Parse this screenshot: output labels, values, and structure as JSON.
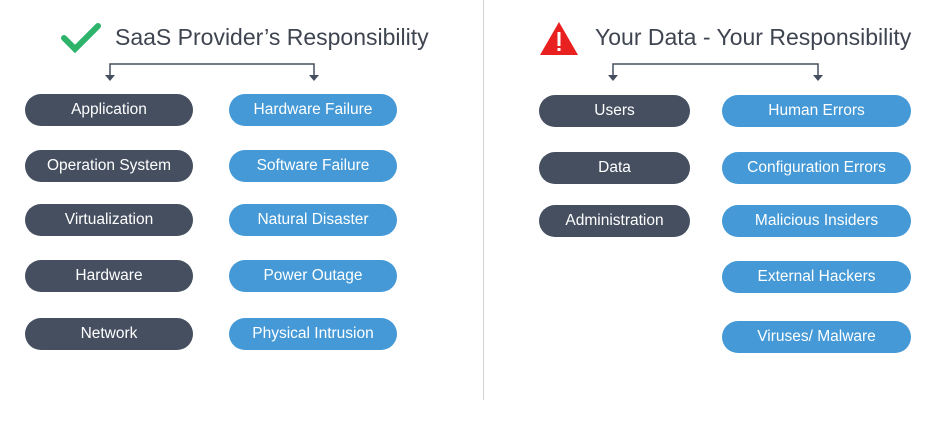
{
  "left": {
    "title": "SaaS Provider’s Responsibility",
    "icon": "checkmark-icon",
    "layers": [
      "Application",
      "Operation System",
      "Virtualization",
      "Hardware",
      "Network"
    ],
    "risks": [
      "Hardware Failure",
      "Software Failure",
      "Natural Disaster",
      "Power Outage",
      "Physical Intrusion"
    ]
  },
  "right": {
    "title": "Your Data - Your Responsibility",
    "icon": "warning-icon",
    "layers": [
      "Users",
      "Data",
      "Administration"
    ],
    "risks": [
      "Human Errors",
      "Configuration Errors",
      "Malicious Insiders",
      "External Hackers",
      "Viruses/ Malware"
    ]
  },
  "colors": {
    "dark": "#454f60",
    "blue": "#4499d6",
    "check": "#2db36a",
    "warning": "#e8201f"
  }
}
